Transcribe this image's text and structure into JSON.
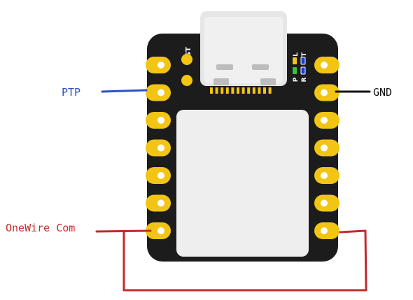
{
  "board": {
    "rst_label": "RST",
    "led_labels": [
      "L",
      "P",
      "R",
      "T"
    ],
    "colors": {
      "body": "#1c1c1c",
      "pad": "#f2c414",
      "pad_hole": "#ffffff",
      "module": "#eeeeee",
      "usb": "#e6e6e6",
      "usb_pin": "#f2c414",
      "led_yellow": "#f2c414",
      "led_blue": "#1a3cd6",
      "led_green": "#3fbf3f"
    },
    "left_pin_count": 7,
    "right_pin_count": 7
  },
  "labels": {
    "ptp": {
      "text": "PTP",
      "color": "#2b50c8"
    },
    "gnd": {
      "text": "GND",
      "color": "#111111"
    },
    "onewire": {
      "text": "OneWire Com",
      "color": "#c42a2a"
    }
  },
  "wires": {
    "ptp_color": "#2b50c8",
    "gnd_color": "#111111",
    "onewire_color": "#c42a2a"
  }
}
